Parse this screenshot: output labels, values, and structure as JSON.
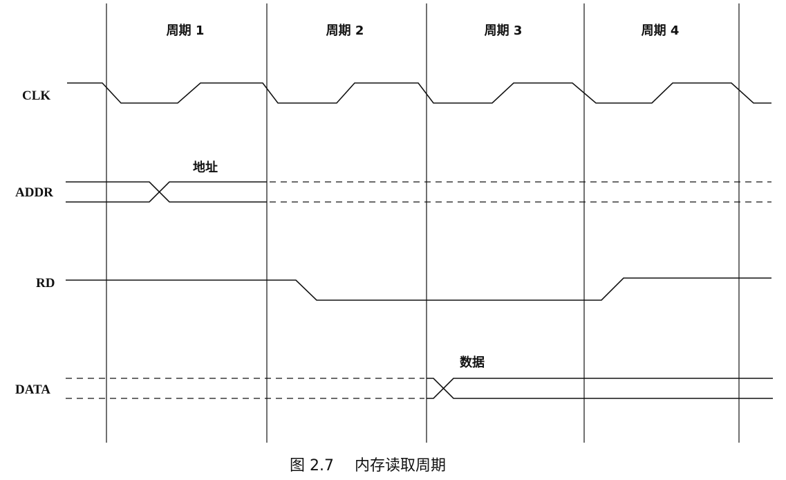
{
  "diagram": {
    "cycles": [
      {
        "label": "周期 1"
      },
      {
        "label": "周期 2"
      },
      {
        "label": "周期 3"
      },
      {
        "label": "周期 4"
      }
    ],
    "signals": {
      "clk": "CLK",
      "addr": "ADDR",
      "rd": "RD",
      "data": "DATA"
    },
    "annotations": {
      "address": "地址",
      "data": "数据"
    },
    "caption": {
      "figure_number": "图 2.7",
      "title": "内存读取周期"
    }
  }
}
